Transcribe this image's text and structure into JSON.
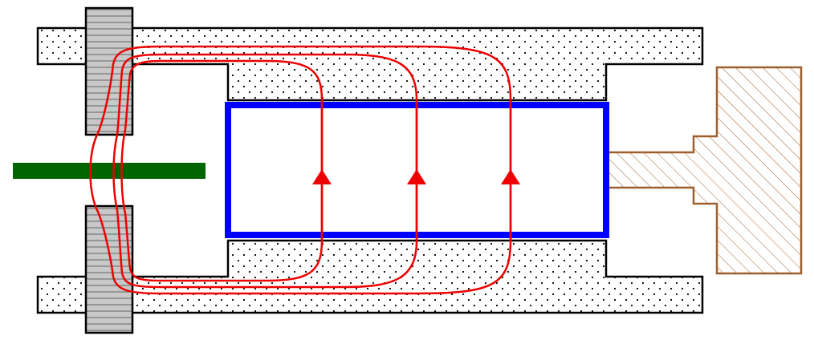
{
  "colors": {
    "background": "#ffffff",
    "outline": "#000000",
    "core_dots": "#000000",
    "flux_lines": "#ee0000",
    "coil": "#0000ff",
    "armature_bar": "#006400",
    "pole_piece_fill": "#c8c8c8",
    "pole_piece_lines": "#666666",
    "plunger": "#9c5f2d"
  },
  "components": {
    "core_top": "dotted-core-top",
    "core_bottom": "dotted-core-bottom",
    "coil": "coil-rectangle",
    "pole_top": "pole-piece-top",
    "pole_bottom": "pole-piece-bottom",
    "armature": "armature-bar",
    "plunger": "hatched-plunger"
  },
  "flux": {
    "loop_count": 3,
    "direction": "up"
  }
}
